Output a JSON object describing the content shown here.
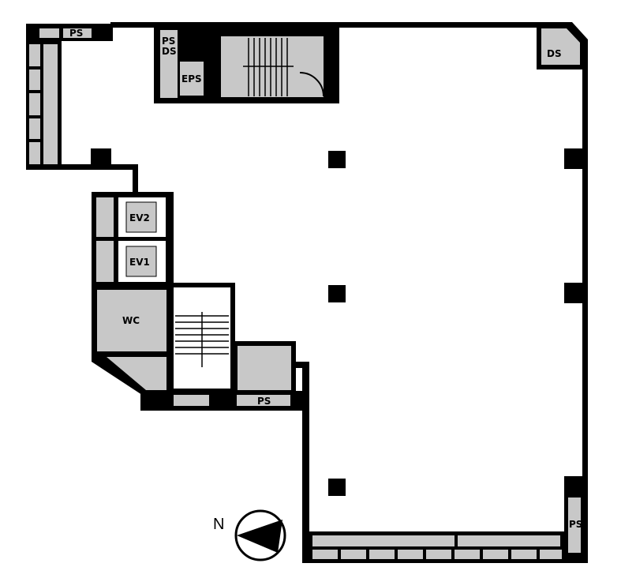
{
  "rooms": {
    "ps_top_left": "PS",
    "ps_core": "PS",
    "ds_core": "DS",
    "eps": "EPS",
    "ds_corner": "DS",
    "ev2": "EV2",
    "ev1": "EV1",
    "wc": "WC",
    "ps_bottom": "PS",
    "ps_right": "PS"
  },
  "compass": {
    "north_label": "N"
  },
  "colors": {
    "wall": "#000000",
    "fill": "#c8c8c8",
    "floor": "#ffffff"
  }
}
